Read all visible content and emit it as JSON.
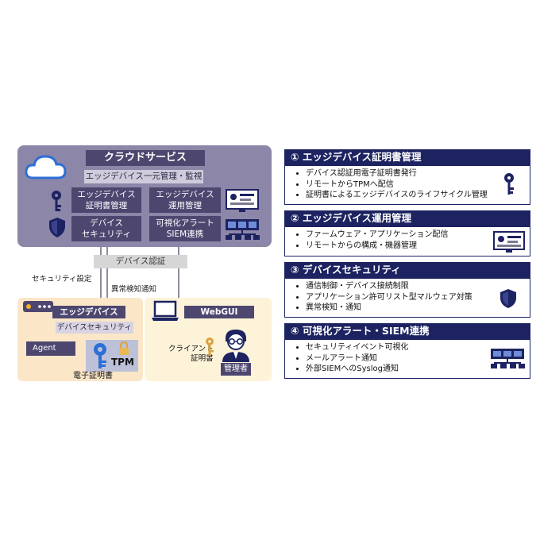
{
  "cloud": {
    "title": "クラウドサービス",
    "subtitle": "エッジデバイス一元管理・監視",
    "cells": [
      {
        "line1": "エッジデバイス",
        "line2": "証明書管理"
      },
      {
        "line1": "エッジデバイス",
        "line2": "運用管理"
      },
      {
        "line1": "デバイス",
        "line2": "セキュリティ"
      },
      {
        "line1": "可視化アラート",
        "line2": "SIEM連携"
      }
    ]
  },
  "links": {
    "device_auth": "デバイス認証",
    "security_setting": "セキュリティ設定",
    "anomaly_notice": "異常検知通知"
  },
  "edge": {
    "title": "エッジデバイス",
    "subtitle": "デバイスセキュリティ",
    "agent": "Agent",
    "tpm": "TPM",
    "cert": "電子証明書"
  },
  "webgui": {
    "title": "WebGUI",
    "client_cert_line1": "クライアント",
    "client_cert_line2": "証明書",
    "admin": "管理者"
  },
  "sections": [
    {
      "title": "① エッジデバイス証明書管理",
      "items": [
        "デバイス認証用電子証明書発行",
        "リモートからTPMへ配信",
        "証明書によるエッジデバイスのライフサイクル管理"
      ],
      "icon": "key-icon"
    },
    {
      "title": "② エッジデバイス運用管理",
      "items": [
        "ファームウェア・アプリケーション配信",
        "リモートからの構成・機器管理"
      ],
      "icon": "monitor-dashboard-icon"
    },
    {
      "title": "③ デバイスセキュリティ",
      "items": [
        "通信制御・デバイス接続制限",
        "アプリケーション許可リスト型マルウェア対策",
        "異常検知・通知"
      ],
      "icon": "shield-icon"
    },
    {
      "title": "④ 可視化アラート・SIEM連携",
      "items": [
        "セキュリティイベント可視化",
        "メールアラート通知",
        "外部SIEMへのSyslog通知"
      ],
      "icon": "network-monitor-icon"
    }
  ],
  "colors": {
    "navy": "#1d2361",
    "purple": "#4d4770",
    "lavender": "#8c86a8",
    "orange": "#fbe6c8",
    "cream": "#fdf3d9",
    "blue": "#2d6fd6"
  }
}
